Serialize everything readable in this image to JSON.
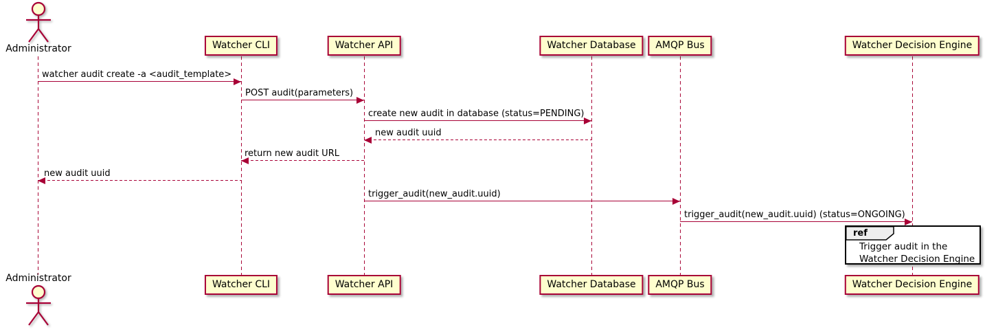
{
  "diagram": {
    "kind": "uml-sequence-diagram",
    "colors": {
      "participant_fill": "#FEFECE",
      "participant_border": "#A80036",
      "line": "#A80036",
      "text": "#000000",
      "ref_header_fill": "#EEEEEE",
      "ref_border": "#000000"
    }
  },
  "actors": [
    {
      "label": "Administrator"
    }
  ],
  "participants": [
    {
      "label": "Watcher CLI"
    },
    {
      "label": "Watcher API"
    },
    {
      "label": "Watcher Database"
    },
    {
      "label": "AMQP Bus"
    },
    {
      "label": "Watcher Decision Engine"
    }
  ],
  "messages": [
    {
      "from": "Administrator",
      "to": "Watcher CLI",
      "style": "solid",
      "label": "watcher audit create -a <audit_template>"
    },
    {
      "from": "Watcher CLI",
      "to": "Watcher API",
      "style": "solid",
      "label": "POST audit(parameters)"
    },
    {
      "from": "Watcher API",
      "to": "Watcher Database",
      "style": "solid",
      "label": "create new audit in database (status=PENDING)"
    },
    {
      "from": "Watcher Database",
      "to": "Watcher API",
      "style": "dashed",
      "label": "new audit uuid"
    },
    {
      "from": "Watcher API",
      "to": "Watcher CLI",
      "style": "dashed",
      "label": "return new audit URL"
    },
    {
      "from": "Watcher CLI",
      "to": "Administrator",
      "style": "dashed",
      "label": "new audit uuid"
    },
    {
      "from": "Watcher API",
      "to": "AMQP Bus",
      "style": "solid",
      "label": "trigger_audit(new_audit.uuid)"
    },
    {
      "from": "AMQP Bus",
      "to": "Watcher Decision Engine",
      "style": "solid",
      "label": "trigger_audit(new_audit.uuid) (status=ONGOING)"
    }
  ],
  "ref": {
    "keyword": "ref",
    "over": "Watcher Decision Engine",
    "lines": [
      "Trigger audit in the",
      "Watcher Decision Engine"
    ]
  }
}
